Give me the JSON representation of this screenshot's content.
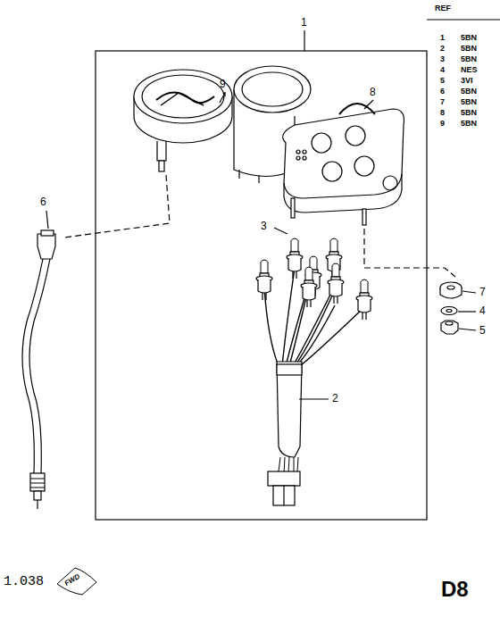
{
  "diagram": {
    "labels": [
      "REF",
      "1",
      "5BN",
      "2",
      "5BN",
      "3",
      "5BN",
      "4",
      "NES",
      "5",
      "3VI",
      "6",
      "5BN",
      "7",
      "5BN",
      "8",
      "5BN",
      "9",
      "5BN",
      "1",
      "9",
      "8",
      "6",
      "3",
      "2",
      "7",
      "4",
      "5",
      "1.038",
      "FWD",
      "D8"
    ]
  }
}
